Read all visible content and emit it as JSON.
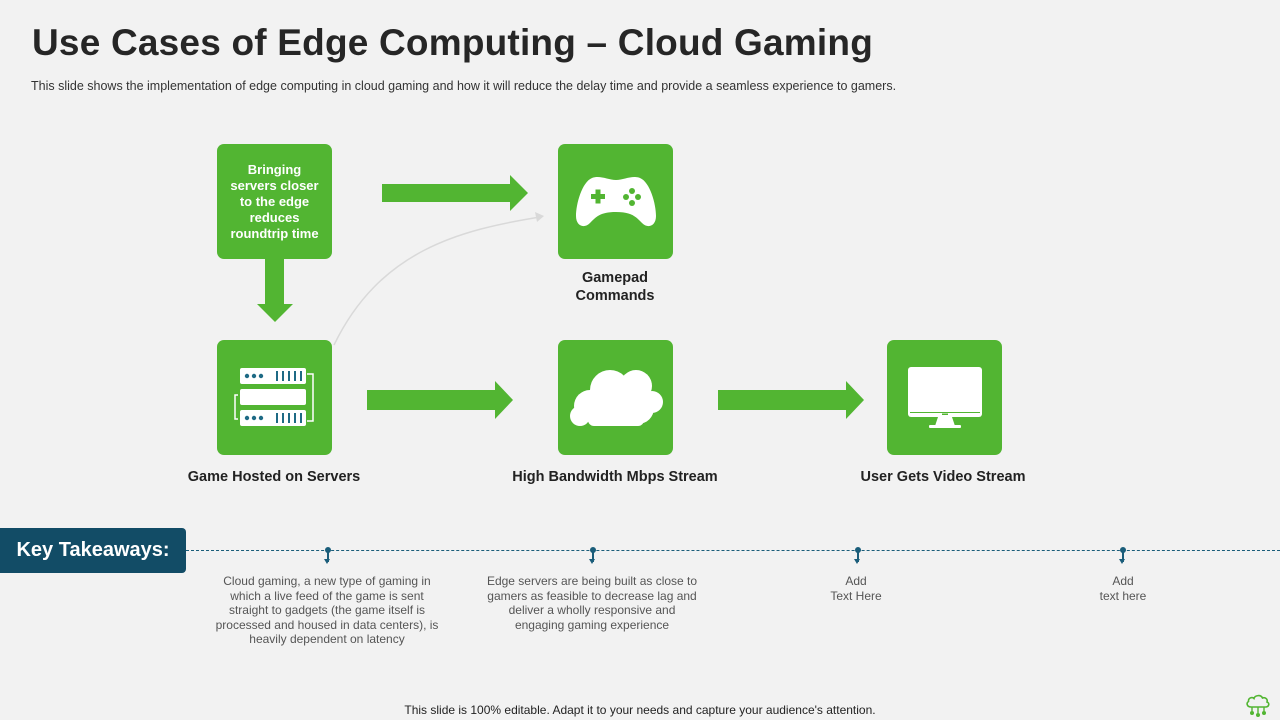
{
  "slide": {
    "title": "Use Cases of Edge Computing – Cloud Gaming",
    "subtitle": "This slide shows the implementation of edge computing in cloud gaming and how it will reduce the delay time and provide  a seamless experience to gamers.",
    "footer": "This slide is 100% editable. Adapt it to your needs and capture your audience's attention."
  },
  "colors": {
    "accent_green": "#52b532",
    "dark_teal": "#124c66",
    "background": "#f2f2f2"
  },
  "diagram": {
    "edge_box_text": "Bringing servers closer to the edge reduces roundtrip time",
    "nodes": [
      {
        "id": "gamepad",
        "icon": "gamepad-icon",
        "label_line1": "Gamepad",
        "label_line2": "Commands"
      },
      {
        "id": "servers",
        "icon": "server-rack-icon",
        "label": "Game Hosted on Servers"
      },
      {
        "id": "cloud",
        "icon": "cloud-icon",
        "label": "High Bandwidth Mbps Stream"
      },
      {
        "id": "monitor",
        "icon": "monitor-icon",
        "label": "User Gets Video Stream"
      }
    ]
  },
  "takeaways": {
    "heading": "Key Takeaways:",
    "items": [
      {
        "text": "Cloud gaming, a new type of gaming in which a live feed of the game is sent straight to gadgets (the game itself is processed and housed in data centers), is heavily dependent on latency"
      },
      {
        "text": "Edge servers are being built as close to gamers as feasible to decrease lag and deliver a wholly responsive and engaging gaming experience"
      },
      {
        "line1": "Add",
        "line2": "Text Here"
      },
      {
        "line1": "Add",
        "line2": "text here"
      }
    ]
  }
}
